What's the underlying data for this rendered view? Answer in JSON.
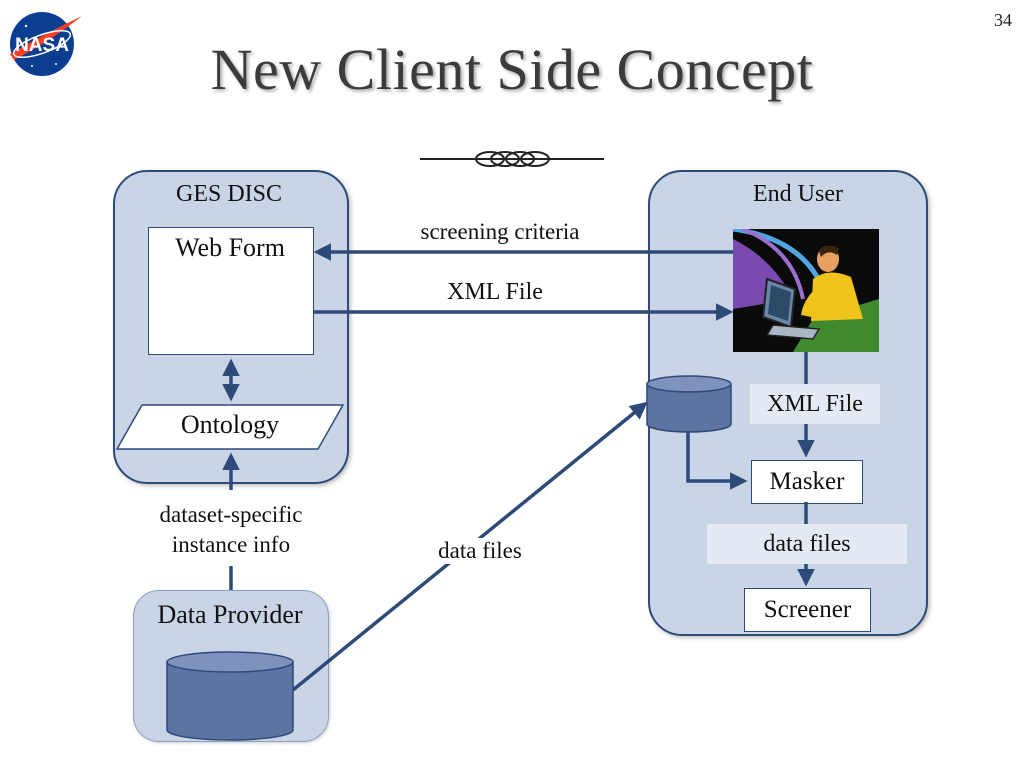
{
  "slide": {
    "number": "34",
    "title": "New Client Side Concept",
    "logo_text": "NASA"
  },
  "ges_disc": {
    "title": "GES DISC",
    "web_form": "Web Form",
    "ontology": "Ontology"
  },
  "end_user": {
    "title": "End User",
    "xml_file": "XML File",
    "masker": "Masker",
    "data_files": "data files",
    "screener": "Screener"
  },
  "data_provider": {
    "title": "Data Provider"
  },
  "arrows": {
    "screening_criteria": "screening criteria",
    "xml_file": "XML File",
    "dataset_specific_line1": "dataset-specific",
    "dataset_specific_line2": "instance info",
    "data_files": "data files"
  },
  "colors": {
    "panel_fill": "#c9d4e6",
    "panel_border": "#2e4a78",
    "arrow": "#2e4a78",
    "cylinder": "#5c73a3",
    "nasa_blue": "#0b3d91",
    "nasa_red": "#fc3d21"
  }
}
